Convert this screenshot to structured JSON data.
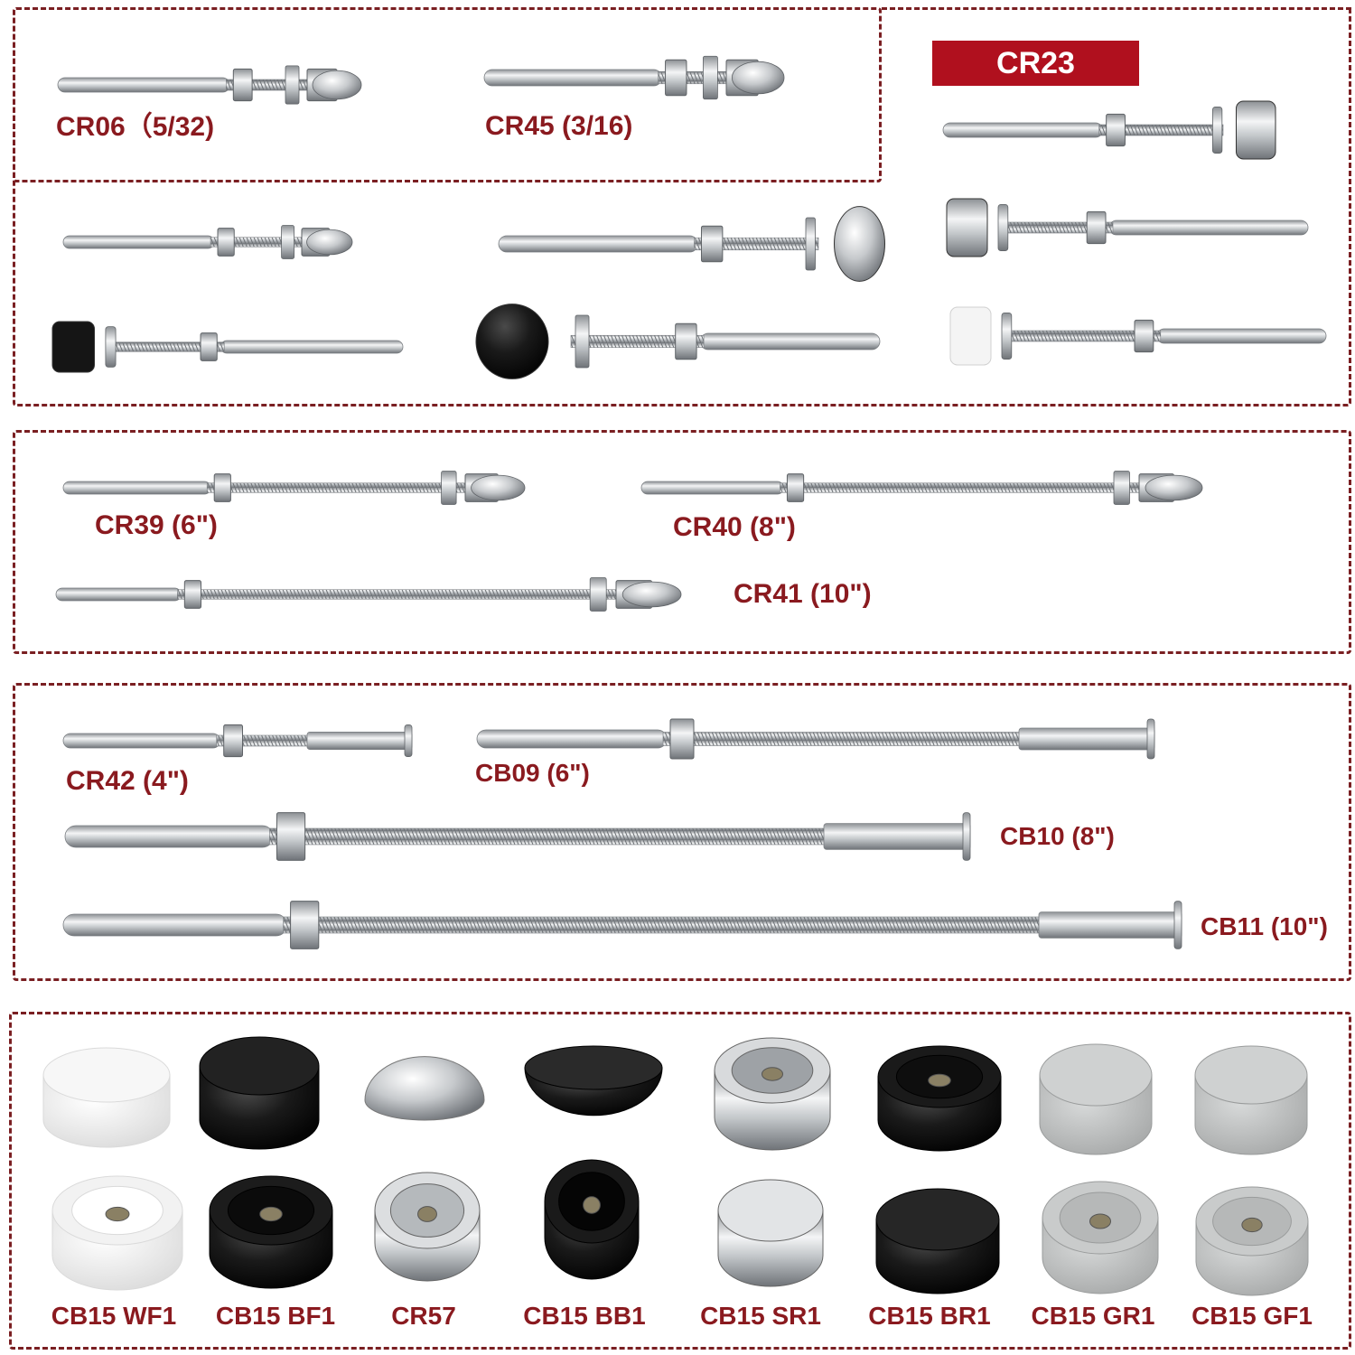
{
  "banner_label": "CR23",
  "fitting_labels": {
    "cr06": "CR06（5/32)",
    "cr45": "CR45 (3/16)",
    "cr39": "CR39 (6\")",
    "cr40": "CR40 (8\")",
    "cr41": "CR41 (10\")",
    "cr42": "CR42 (4\")",
    "cb09": "CB09 (6\")",
    "cb10": "CB10 (8\")",
    "cb11": "CB11 (10\")"
  },
  "cap_labels": [
    "CB15 WF1",
    "CB15 BF1",
    "CR57",
    "CB15 BB1",
    "CB15 SR1",
    "CB15 BR1",
    "CB15 GR1",
    "CB15 GF1"
  ],
  "colors": {
    "border": "#7a1f22",
    "label": "#8a1a1f",
    "banner": "#b0101e",
    "steel": "#b9bdc1",
    "cap_white": "#f1f1f1",
    "cap_black": "#141414",
    "cap_gray": "#c4c6c6"
  }
}
